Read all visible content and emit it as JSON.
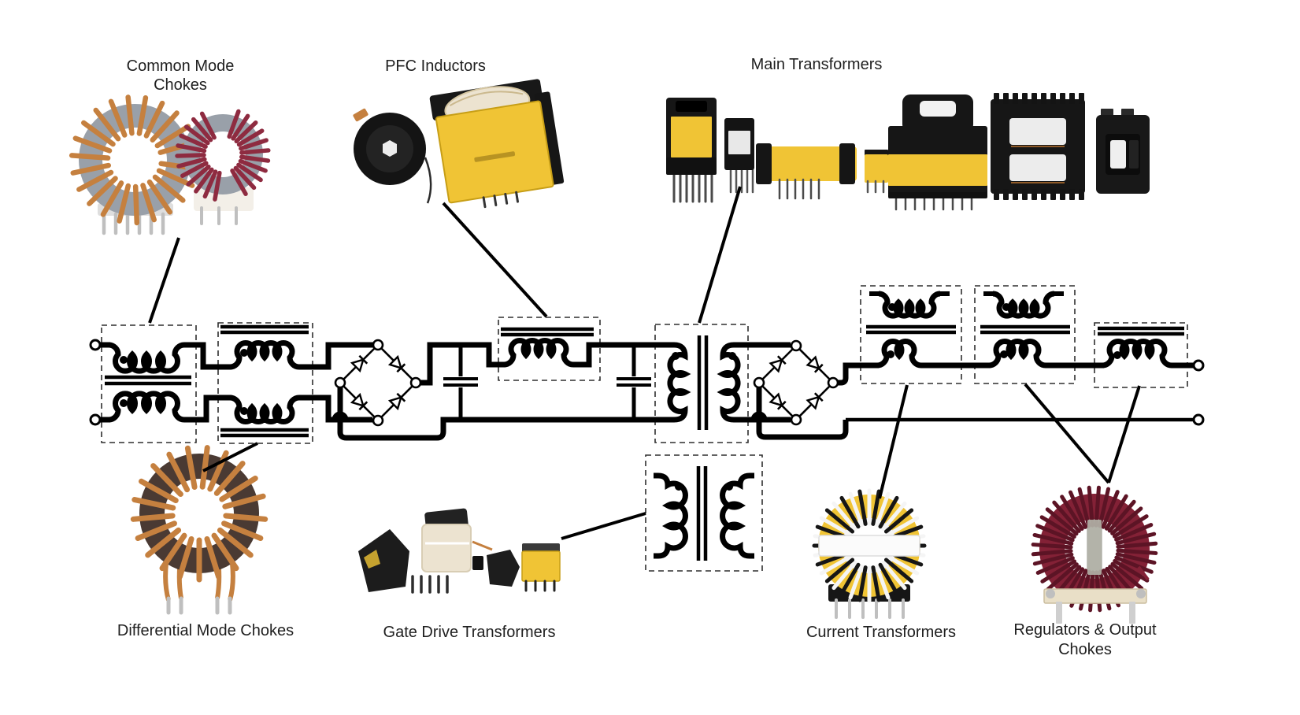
{
  "palette": {
    "ink": "#000000",
    "label": "#1f1f1f",
    "dash": "#2e2e2e",
    "copper": "#c5803f",
    "copper_deep": "#8f5a28",
    "core_gray": "#99a0a9",
    "wine": "#8e2b40",
    "yellow": "#f0c435",
    "yellow_deep": "#c79e16",
    "part_black": "#1a1a1a",
    "part_gray": "#454545",
    "cream": "#ece3d0",
    "white_part": "#f6f6f6",
    "silver": "#bfbfbf",
    "base_light": "#dedede",
    "beige": "#e9dfc7",
    "maroon": "#832136",
    "maroon_deep": "#5c1425",
    "dark_brown": "#4a3a33"
  },
  "labels": {
    "cmc1": "Common Mode",
    "cmc2": "Chokes",
    "pfc": "PFC Inductors",
    "main": "Main Transformers",
    "dmc": "Differential Mode Chokes",
    "gate": "Gate Drive Transformers",
    "ct": "Current Transformers",
    "reg1": "Regulators & Output",
    "reg2": "Chokes"
  },
  "components": {
    "schematic_symbols": [
      "input-terminals",
      "common-mode-choke",
      "differential-mode-choke",
      "input-bridge-rectifier",
      "bulk-capacitor",
      "pfc-inductor",
      "dc-link-capacitor",
      "main-transformer",
      "gate-drive-transformer",
      "output-bridge-rectifier",
      "current-transformer-1",
      "current-transformer-2",
      "output-choke",
      "output-terminals"
    ],
    "photo_groups": [
      "common-mode-chokes-photo",
      "pfc-inductors-photo",
      "main-transformers-photo",
      "differential-mode-choke-photo",
      "gate-drive-transformers-photo",
      "current-transformer-photo",
      "regulator-output-choke-photo"
    ]
  }
}
